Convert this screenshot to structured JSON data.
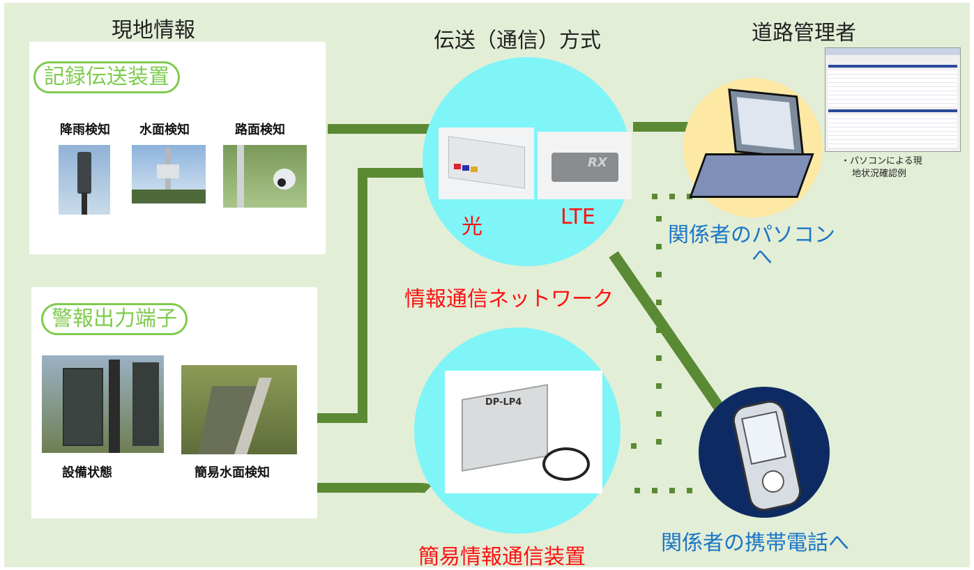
{
  "headings": {
    "site_info": "現地情報",
    "transmission": "伝送（通信）方式",
    "road_admin": "道路管理者"
  },
  "record_unit": {
    "title": "記録伝送装置",
    "sensors": [
      "降雨検知",
      "水面検知",
      "路面検知"
    ]
  },
  "alarm_terminal": {
    "title": "警報出力端子",
    "items": [
      "設備状態",
      "簡易水面検知"
    ]
  },
  "network": {
    "optical": "光",
    "lte": "LTE",
    "label": "情報通信ネットワーク",
    "device_badge": "RX"
  },
  "simple_device": {
    "label": "簡易情報通信装置",
    "model": "DP-LP4"
  },
  "admin": {
    "pc_caption_line1": "・パソコンによる現",
    "pc_caption_line2": "地状況確認例",
    "to_pc_line1": "関係者のパソコン",
    "to_pc_line2": "へ",
    "to_phone": "関係者の携帯電話へ"
  },
  "colors": {
    "background": "#e3eed7",
    "accent_green": "#7fcb4e",
    "connector_green": "#5b8a35",
    "circle_cyan": "#7ff5f8",
    "red_label": "#ff1010",
    "blue_label": "#1a76c6"
  }
}
